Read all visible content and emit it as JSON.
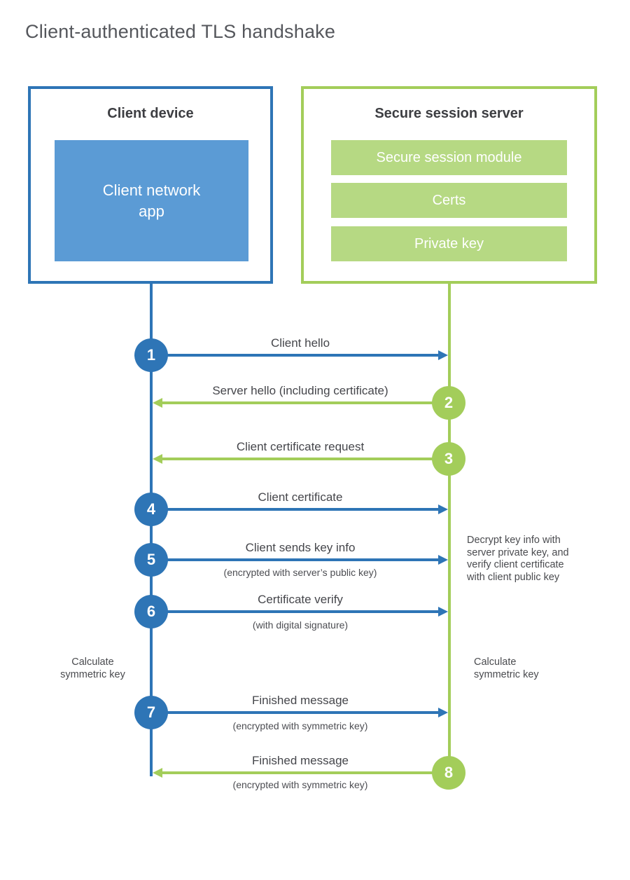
{
  "title": "Client-authenticated TLS handshake",
  "client": {
    "title": "Client device",
    "app_label": "Client network\napp"
  },
  "server": {
    "title": "Secure session server",
    "modules": [
      "Secure session module",
      "Certs",
      "Private key"
    ]
  },
  "messages": [
    {
      "num": "1",
      "label": "Client hello",
      "sub": ""
    },
    {
      "num": "2",
      "label": "Server hello (including certificate)",
      "sub": ""
    },
    {
      "num": "3",
      "label": "Client certificate request",
      "sub": ""
    },
    {
      "num": "4",
      "label": "Client certificate",
      "sub": ""
    },
    {
      "num": "5",
      "label": "Client sends key info",
      "sub": "(encrypted with server’s public key)"
    },
    {
      "num": "6",
      "label": "Certificate verify",
      "sub": "(with digital signature)"
    },
    {
      "num": "7",
      "label": "Finished message",
      "sub": "(encrypted with symmetric key)"
    },
    {
      "num": "8",
      "label": "Finished message",
      "sub": "(encrypted with symmetric key)"
    }
  ],
  "notes": {
    "decrypt": "Decrypt key info with\nserver private key, and\nverify client certificate\nwith client public key",
    "calc_left": "Calculate\nsymmetric key",
    "calc_right": "Calculate\nsymmetric key"
  },
  "colors": {
    "blue": "#2e75b6",
    "light_blue": "#5b9bd5",
    "green": "#a3cd5a",
    "light_green": "#b6d983"
  }
}
